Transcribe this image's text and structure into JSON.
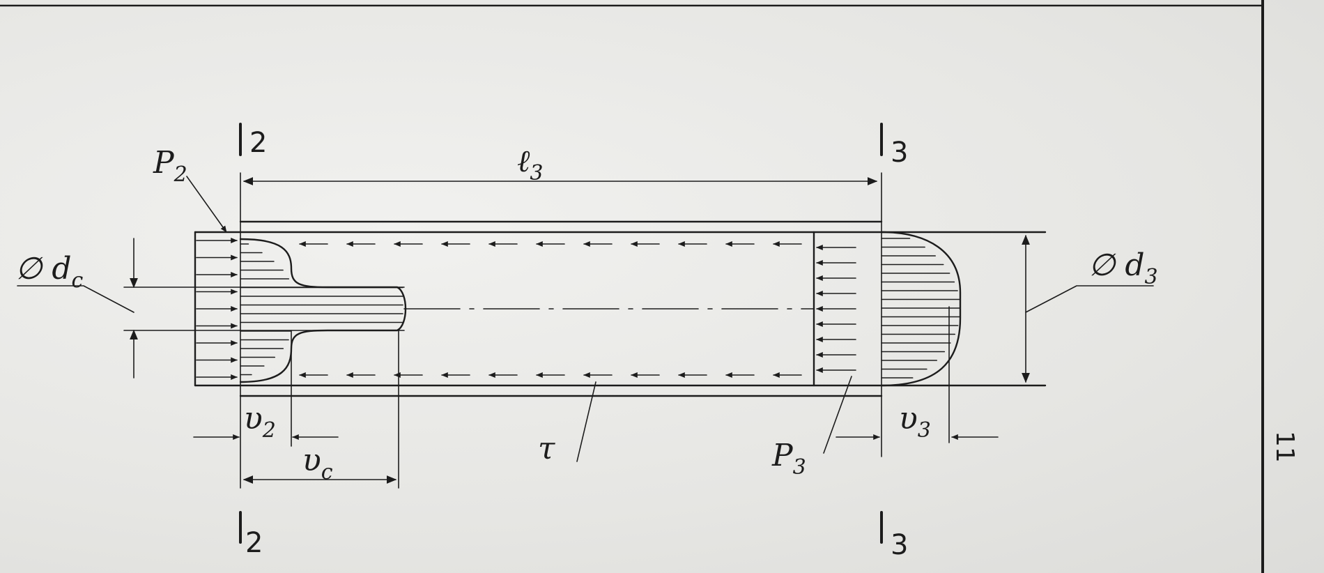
{
  "labels": {
    "p2": "P",
    "p2_sub": "2",
    "p3": "P",
    "p3_sub": "3",
    "dc": "∅ d",
    "dc_sub": "c",
    "d3": "∅ d",
    "d3_sub": "3",
    "l3": "ℓ",
    "l3_sub": "3",
    "v2": "υ",
    "v2_sub": "2",
    "vc": "υ",
    "vc_sub": "c",
    "v3": "υ",
    "v3_sub": "3",
    "tau": "τ"
  },
  "sections": {
    "top_left": "2",
    "top_right": "3",
    "bottom_left": "2",
    "bottom_right": "3"
  },
  "page_number": "11"
}
